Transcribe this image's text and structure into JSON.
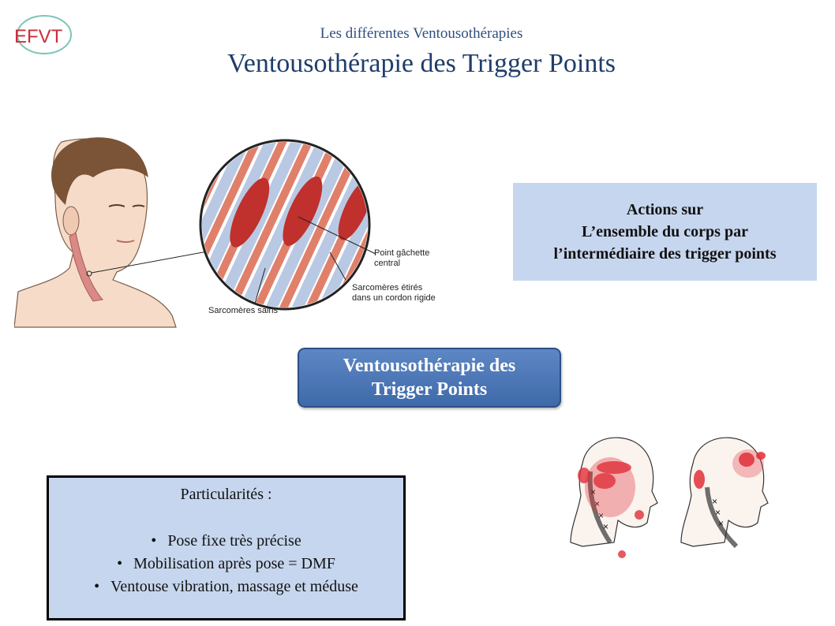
{
  "logo": {
    "text": "EFVT"
  },
  "header": {
    "subtitle": "Les différentes Ventousothérapies",
    "title": "Ventousothérapie des Trigger Points"
  },
  "illustration": {
    "labels": {
      "trigger_point": [
        "Point gâchette",
        "central"
      ],
      "stretched": [
        "Sarcomères étirés",
        "dans un cordon rigide"
      ],
      "healthy": "Sarcomères sains"
    }
  },
  "actions_box": {
    "lines": [
      "Actions sur",
      "L’ensemble du corps par",
      "l’intermédiaire des trigger points"
    ]
  },
  "center_button": {
    "lines": [
      "Ventousothérapie des",
      "Trigger Points"
    ]
  },
  "particularites": {
    "title": "Particularités :",
    "items": [
      "Pose fixe très précise",
      "Mobilisation après pose = DMF",
      "Ventouse vibration,  massage et méduse"
    ]
  },
  "colors": {
    "accent": "#1f3d6b",
    "box": "#c6d6ee",
    "button": "#4a74b4",
    "trigger": "#e0303a"
  }
}
